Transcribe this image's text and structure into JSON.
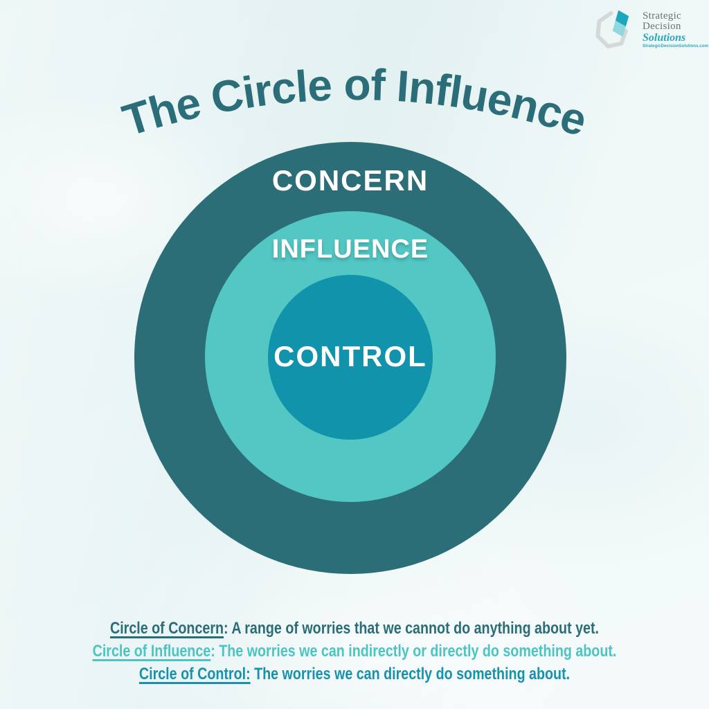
{
  "title": "The Circle of Influence",
  "logo": {
    "name_line1": "Strategic",
    "name_line2": "Decision",
    "name_line3": "Solutions",
    "url": "StrategicDecisionSolutions.com"
  },
  "diagram": {
    "rings": [
      {
        "label": "CONCERN",
        "color": "#2b6e78"
      },
      {
        "label": "INFLUENCE",
        "color": "#53c7c3"
      },
      {
        "label": "CONTROL",
        "color": "#1193ab"
      }
    ]
  },
  "legend": [
    {
      "term": "Circle of Concern",
      "sep": ":",
      "desc": " A range of worries that we cannot do anything about yet.",
      "color": "#2a6d78"
    },
    {
      "term": "Circle of Influence",
      "sep": ":",
      "desc": " The worries we can indirectly or directly do something about.",
      "color": "#4cc4c3"
    },
    {
      "term": "Circle of Control:",
      "sep": "",
      "desc": " The worries we can directly do something about.",
      "color": "#1791ac"
    }
  ],
  "colors": {
    "background": "#e9f4f4",
    "title": "#2b6d79",
    "label_text": "#ffffff"
  }
}
